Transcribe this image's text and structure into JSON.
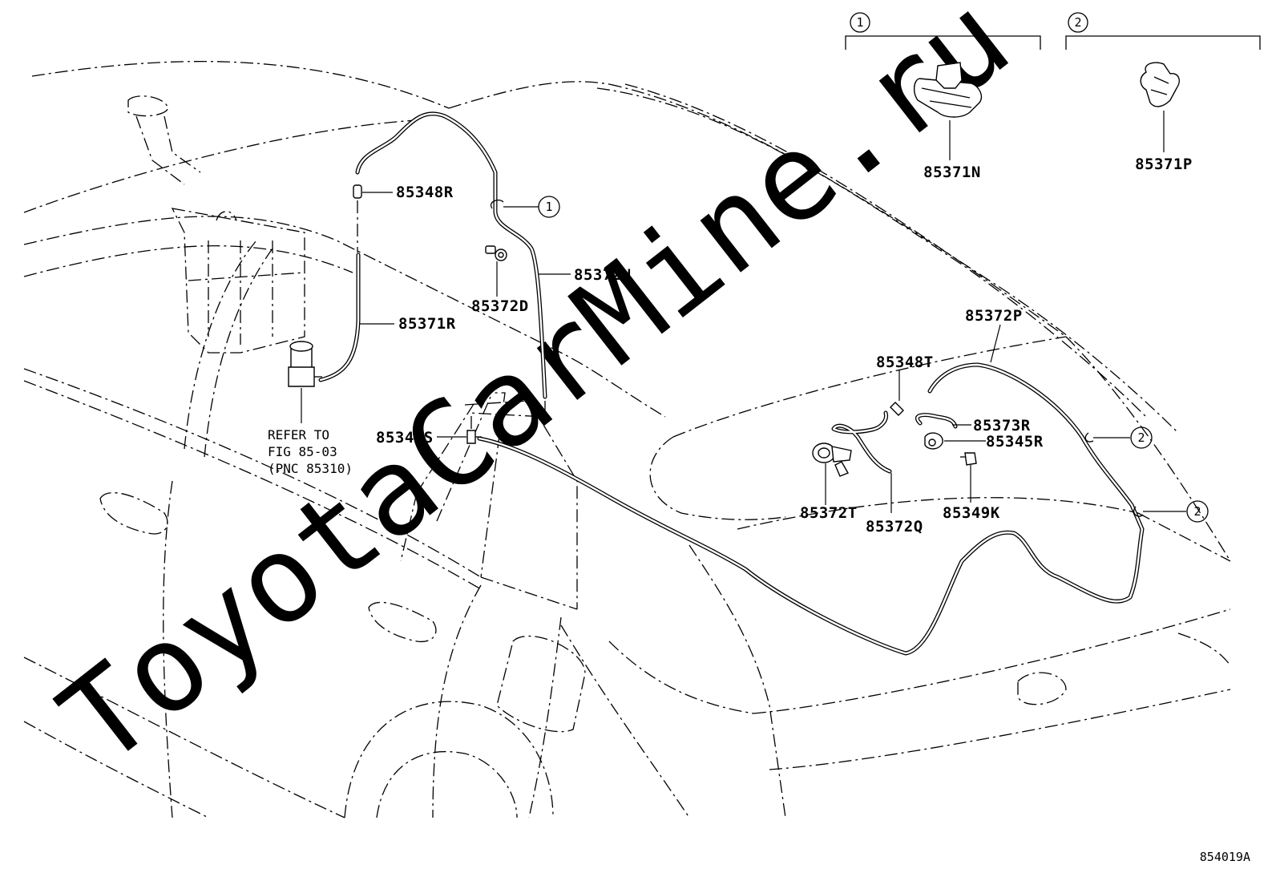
{
  "diagram": {
    "watermark": "ToyotaCarMine.ru",
    "figure_id": "854019A",
    "detail_views": [
      {
        "index": "1",
        "part": "85371N"
      },
      {
        "index": "2",
        "part": "85371P"
      }
    ],
    "part_labels": {
      "p85348R": "85348R",
      "p85372N": "85372N",
      "p85372D": "85372D",
      "p85371R": "85371R",
      "p85348S": "85348S",
      "p85372P": "85372P",
      "p85348T": "85348T",
      "p85373R": "85373R",
      "p85345R": "85345R",
      "p85372T": "85372T",
      "p85372Q": "85372Q",
      "p85349K": "85349K"
    },
    "callouts": {
      "c1": "1",
      "c2a": "2",
      "c2b": "2"
    },
    "reference_note": [
      "REFER TO",
      "FIG 85-03",
      "(PNC 85310)"
    ]
  }
}
